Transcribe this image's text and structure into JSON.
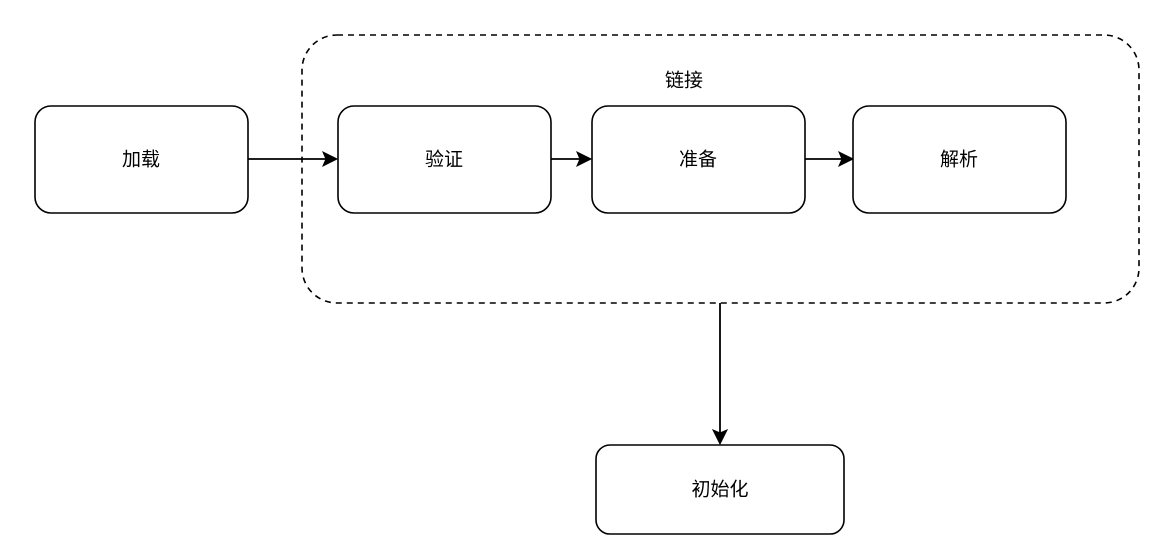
{
  "group": {
    "label": "链接"
  },
  "nodes": {
    "load": "加载",
    "verify": "验证",
    "prepare": "准备",
    "resolve": "解析",
    "init": "初始化"
  },
  "edges": [
    {
      "from": "加载",
      "to": "验证"
    },
    {
      "from": "验证",
      "to": "准备"
    },
    {
      "from": "准备",
      "to": "解析"
    },
    {
      "from": "链接",
      "to": "初始化"
    }
  ]
}
